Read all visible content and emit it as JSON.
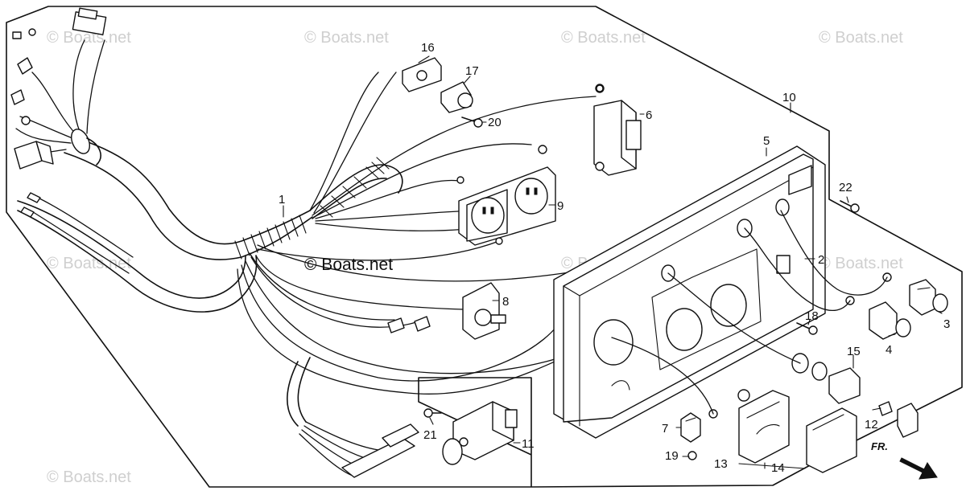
{
  "watermarks": {
    "w1": "© Boats.net",
    "w2": "© Boats.net",
    "w3": "© Boats.net",
    "w4": "© Boats.net",
    "w5": "© Boats.net",
    "w6": "© Boats.net",
    "w7": "© Boats.net",
    "w8": "© Boats.net",
    "center": "© Boats.net"
  },
  "callouts": {
    "c1": "1",
    "c2": "2",
    "c3": "3",
    "c4": "4",
    "c5": "5",
    "c6": "6",
    "c7": "7",
    "c8": "8",
    "c9": "9",
    "c10": "10",
    "c11": "11",
    "c12": "12",
    "c13": "13",
    "c14": "14",
    "c15": "15",
    "c16": "16",
    "c17": "17",
    "c18": "18",
    "c19": "19",
    "c20": "20",
    "c21": "21",
    "c22": "22"
  },
  "direction_marker": {
    "label": "FR."
  },
  "icons": {
    "front_arrow": "arrow-right-down-icon"
  },
  "colors": {
    "line": "#111111",
    "watermark": "#cfcfcf",
    "background": "#ffffff"
  }
}
